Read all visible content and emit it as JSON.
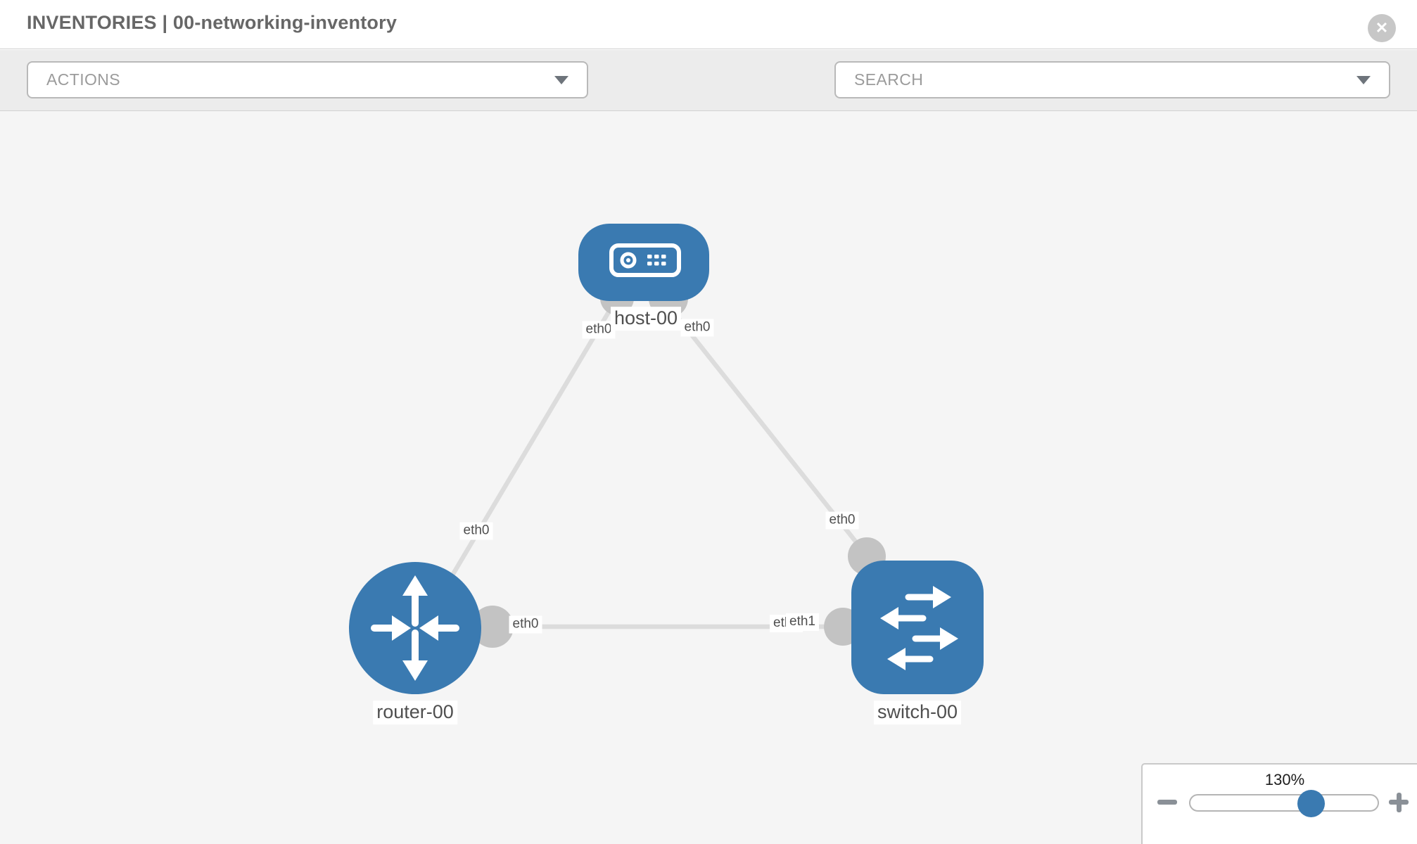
{
  "header": {
    "title": "INVENTORIES | 00-networking-inventory"
  },
  "icons": {
    "close_glyph": "✕",
    "close": "close-icon",
    "wrench": "wrench-icon",
    "key": "key-icon",
    "caret": "caret-down-icon",
    "zoom_out": "minus-icon",
    "zoom_in": "plus-icon"
  },
  "toolbar": {
    "actions_label": "ACTIONS",
    "search_label": "SEARCH"
  },
  "colors": {
    "node_blue": "#3a7ab1",
    "link_gray": "#dcdcdc",
    "connector_gray": "#c3c3c3",
    "canvas_bg": "#f5f5f5",
    "toolbar_bg": "#ececec"
  },
  "topology": {
    "nodes": {
      "host": {
        "label": "host-00",
        "type": "host"
      },
      "router": {
        "label": "router-00",
        "type": "router"
      },
      "switch": {
        "label": "switch-00",
        "type": "switch"
      }
    },
    "interface_labels": {
      "host_left": "eth0",
      "host_right": "eth0",
      "router_link_host": "eth0",
      "switch_link_host": "eth0",
      "router_link_switch": "eth0",
      "switch_link_router_under": "eth0",
      "switch_link_router_over": "eth1"
    }
  },
  "zoom_control": {
    "level": "130%"
  }
}
